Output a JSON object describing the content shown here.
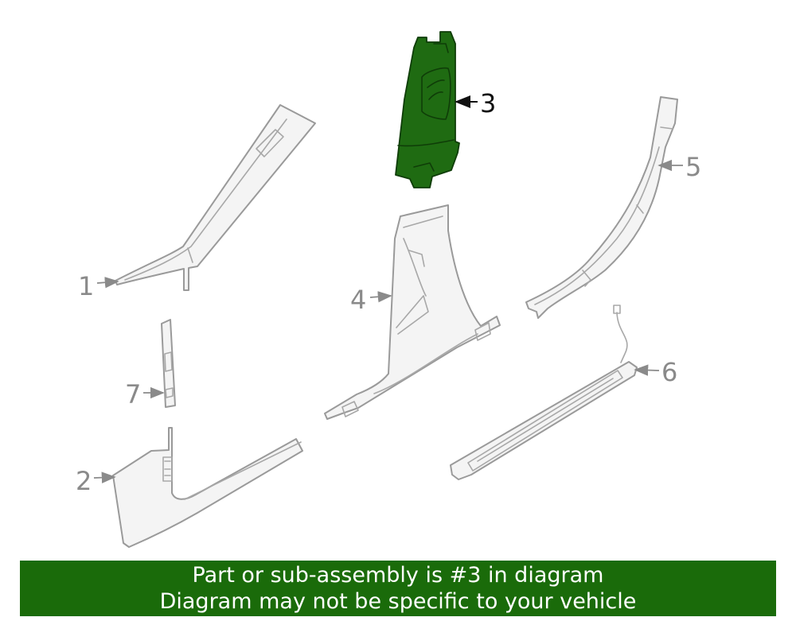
{
  "callouts": {
    "c1": "1",
    "c2": "2",
    "c3": "3",
    "c4": "4",
    "c5": "5",
    "c6": "6",
    "c7": "7"
  },
  "banner": {
    "line1": "Part or sub-assembly is #3 in diagram",
    "line2": "Diagram may not be specific to your vehicle"
  },
  "colors": {
    "highlight": "#1f6b12",
    "banner_bg": "#1a6b0a",
    "line_gray": "#9a9a9a"
  }
}
